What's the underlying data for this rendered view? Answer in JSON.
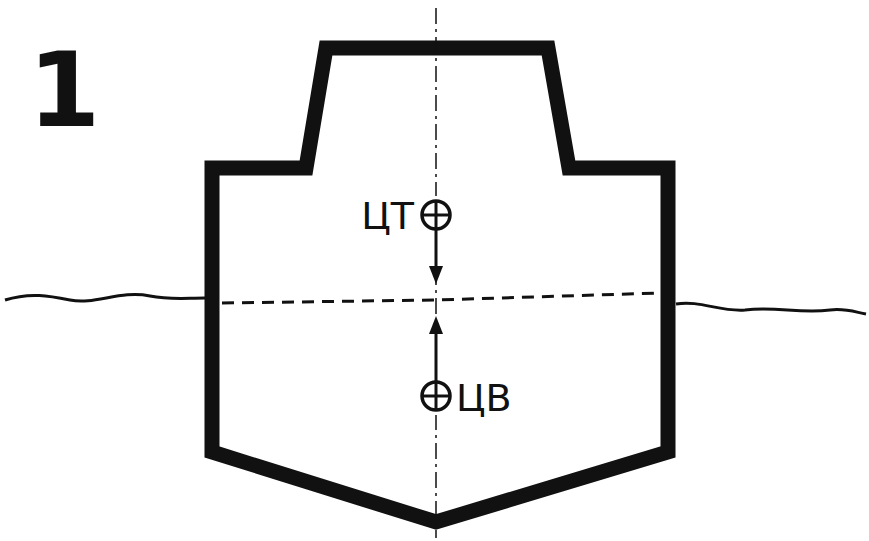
{
  "diagram": {
    "labels": [
      "1",
      "ЦТ",
      "ЦВ"
    ]
  }
}
